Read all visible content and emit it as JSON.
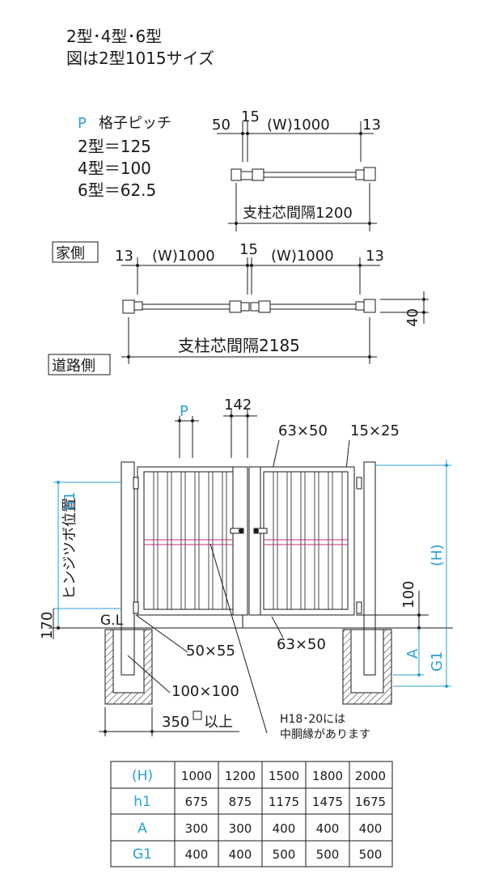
{
  "header": {
    "line1": "2型･4型･6型",
    "line2": "図は2型1015サイズ"
  },
  "pitch": {
    "label_p": "P",
    "label_text": "格子ピッチ",
    "type2": "2型＝125",
    "type4": "4型＝100",
    "type6": "6型＝62.5"
  },
  "plan_single": {
    "dim_50": "50",
    "dim_15": "15",
    "dim_w": "(W)1000",
    "dim_13": "13",
    "post_spacing": "支柱芯間隔1200"
  },
  "plan_double": {
    "house_side": "家側",
    "road_side": "道路側",
    "dim_13_left": "13",
    "dim_w_left": "(W)1000",
    "dim_15": "15",
    "dim_w_right": "(W)1000",
    "dim_13_right": "13",
    "dim_40": "40",
    "post_spacing": "支柱芯間隔2185"
  },
  "elevation": {
    "label_p": "P",
    "dim_142": "142",
    "dim_63x50_top": "63×50",
    "dim_15x25": "15×25",
    "hinge_label": "ヒンジツボ位置",
    "hinge_h1": "h1",
    "dim_h": "(H)",
    "dim_170": "170",
    "gl": "G.L",
    "dim_100": "100",
    "dim_a": "A",
    "dim_g1": "G1",
    "dim_50x55": "50×55",
    "dim_63x50_bottom": "63×50",
    "dim_100x100": "100×100",
    "dim_350": "350",
    "dim_350_suffix": "以上",
    "note_line1": "H18･20には",
    "note_line2": "中胴縁があります"
  },
  "table": {
    "headers": [
      "(H)",
      "1000",
      "1200",
      "1500",
      "1800",
      "2000"
    ],
    "rows": [
      {
        "label": "h1",
        "values": [
          "675",
          "875",
          "1175",
          "1475",
          "1675"
        ]
      },
      {
        "label": "A",
        "values": [
          "300",
          "300",
          "400",
          "400",
          "400"
        ]
      },
      {
        "label": "G1",
        "values": [
          "400",
          "400",
          "500",
          "500",
          "500"
        ]
      }
    ]
  },
  "colors": {
    "accent": "#2a9fd6",
    "line": "#1a1a1a",
    "mid_rail": "#c0307a"
  }
}
